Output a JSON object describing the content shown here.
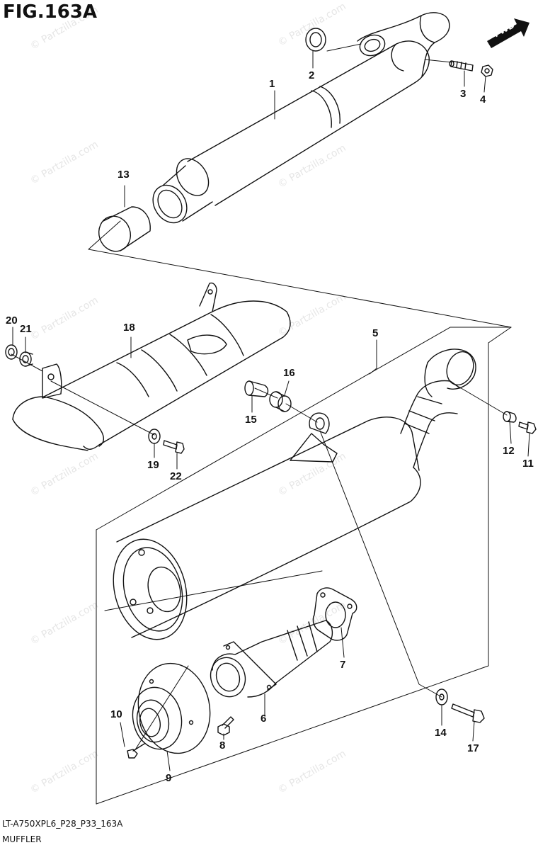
{
  "figure": {
    "title": "FIG.163A",
    "model_code": "LT-A750XPL6_P28_P33_163A",
    "section_name": "MUFFLER",
    "direction_badge": "FWD"
  },
  "watermark": "© Partzilla.com",
  "callouts": [
    {
      "id": "1",
      "label": "1"
    },
    {
      "id": "2",
      "label": "2"
    },
    {
      "id": "3",
      "label": "3"
    },
    {
      "id": "4",
      "label": "4"
    },
    {
      "id": "5",
      "label": "5"
    },
    {
      "id": "6",
      "label": "6"
    },
    {
      "id": "7",
      "label": "7"
    },
    {
      "id": "8",
      "label": "8"
    },
    {
      "id": "9",
      "label": "9"
    },
    {
      "id": "10",
      "label": "10"
    },
    {
      "id": "11",
      "label": "11"
    },
    {
      "id": "12",
      "label": "12"
    },
    {
      "id": "13",
      "label": "13"
    },
    {
      "id": "14",
      "label": "14"
    },
    {
      "id": "15",
      "label": "15"
    },
    {
      "id": "16",
      "label": "16"
    },
    {
      "id": "17",
      "label": "17"
    },
    {
      "id": "18",
      "label": "18"
    },
    {
      "id": "19",
      "label": "19"
    },
    {
      "id": "20",
      "label": "20"
    },
    {
      "id": "21",
      "label": "21"
    },
    {
      "id": "22",
      "label": "22"
    }
  ],
  "colors": {
    "line": "#111111",
    "badge": "#111111",
    "watermark": "#e6e6e6"
  }
}
